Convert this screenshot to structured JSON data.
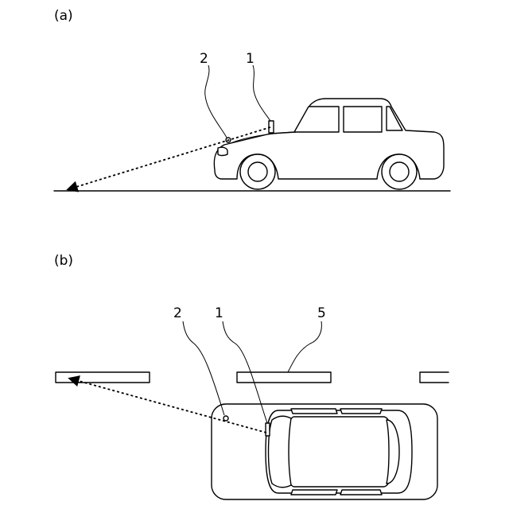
{
  "panels": {
    "a": {
      "label": "(a)"
    },
    "b": {
      "label": "(b)"
    }
  },
  "callouts": {
    "a_2": "2",
    "a_1": "1",
    "b_2": "2",
    "b_1": "1",
    "b_5": "5"
  }
}
